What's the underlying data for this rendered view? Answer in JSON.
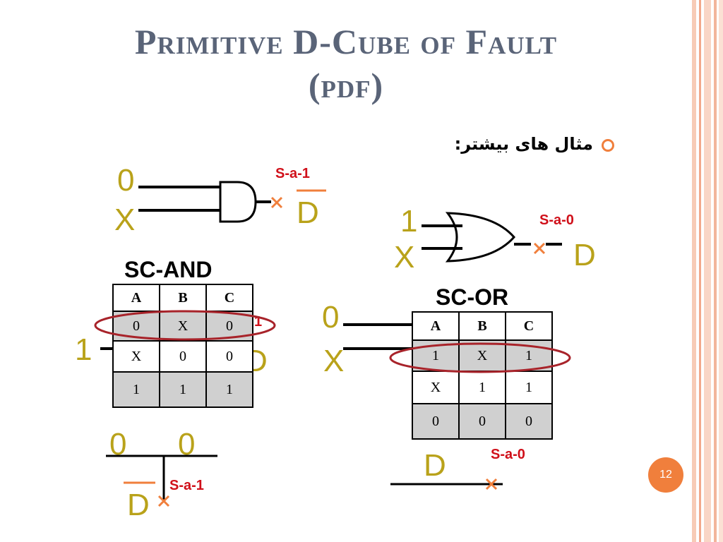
{
  "title": {
    "line1": "Primitive D-Cube of Fault",
    "line2": "(pdf)"
  },
  "bullet_text": "مثال های بیشتر:",
  "and_gate": {
    "in1": "0",
    "in2": "X",
    "fault": "S-a-1",
    "out": "D"
  },
  "or_gate": {
    "in1": "1",
    "in2": "X",
    "fault": "S-a-0",
    "out": "D"
  },
  "sc_and": {
    "heading": "SC-AND",
    "headers": [
      "A",
      "B",
      "C"
    ],
    "rows": [
      [
        "0",
        "X",
        "0"
      ],
      [
        "X",
        "0",
        "0"
      ],
      [
        "1",
        "1",
        "1"
      ]
    ]
  },
  "sc_or": {
    "heading": "SC-OR",
    "headers": [
      "A",
      "B",
      "C"
    ],
    "rows": [
      [
        "1",
        "X",
        "1"
      ],
      [
        "X",
        "1",
        "1"
      ],
      [
        "0",
        "0",
        "0"
      ]
    ]
  },
  "hidden": {
    "left_one": "1",
    "left_d": "D",
    "left_fault": "1",
    "mid_zero": "0",
    "mid_x": "X"
  },
  "branch": {
    "in1": "0",
    "in2": "0",
    "out": "D",
    "fault": "S-a-1"
  },
  "wire": {
    "out": "D",
    "fault": "S-a-0"
  },
  "page_number": "12",
  "colors": {
    "accent": "#f07f3c",
    "olive": "#b9a21a",
    "fault_red": "#d0101a",
    "title": "#5a6478",
    "ellipse": "#a8232a"
  }
}
